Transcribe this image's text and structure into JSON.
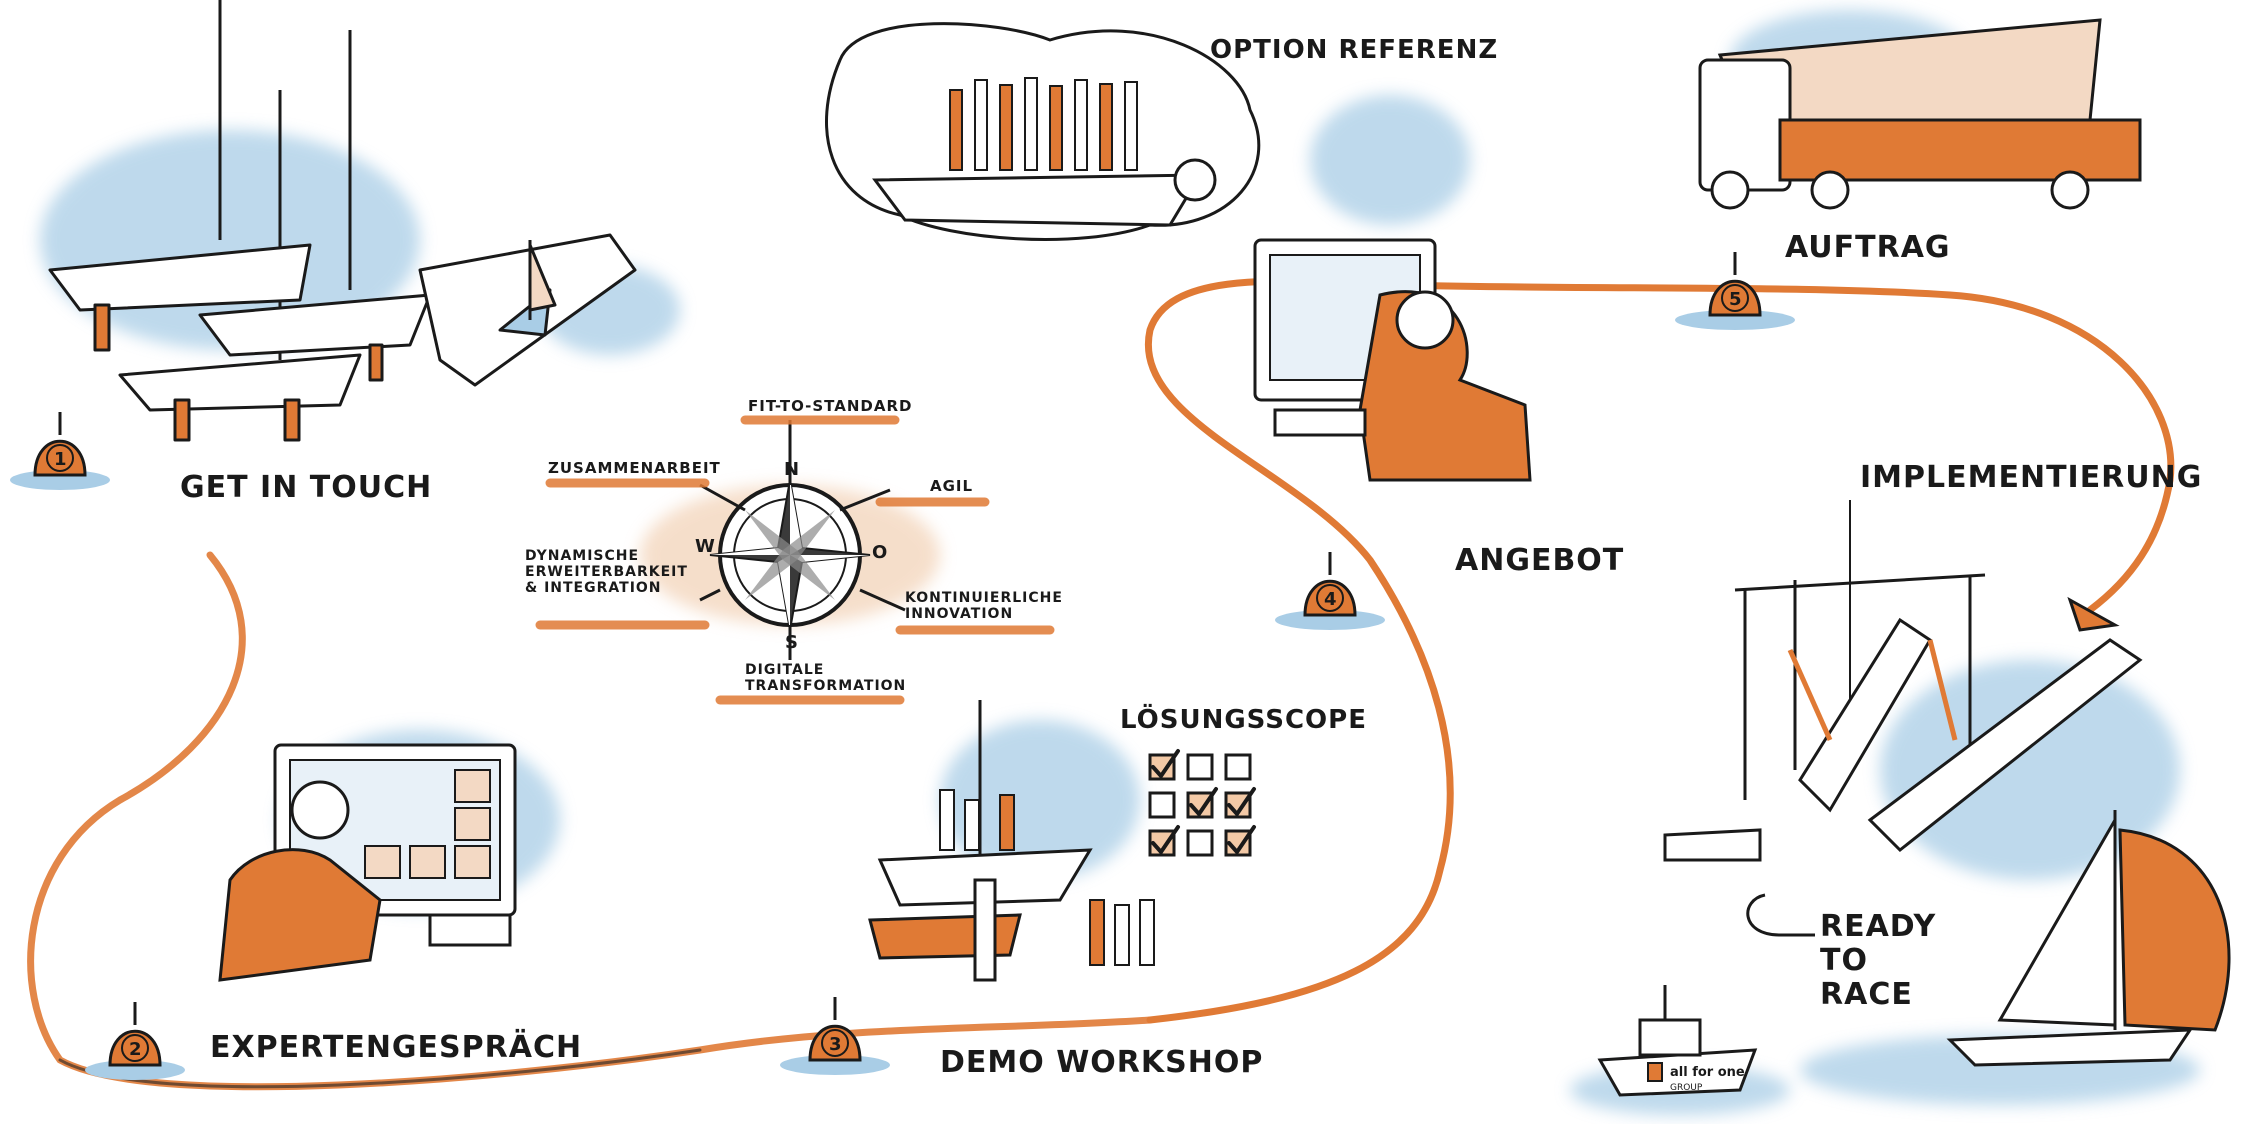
{
  "steps": [
    {
      "number": "1",
      "label": "GET IN TOUCH"
    },
    {
      "number": "2",
      "label": "EXPERTENGESPRÄCH"
    },
    {
      "number": "3",
      "label": "DEMO WORKSHOP"
    },
    {
      "number": "4",
      "label": "ANGEBOT"
    },
    {
      "number": "5",
      "label": "AUFTRAG"
    }
  ],
  "option_label": "OPTION REFERENZ",
  "implementation_label": "IMPLEMENTIERUNG",
  "ready_label": "READY\nTO\nRACE",
  "scope_label": "LÖSUNGSSCOPE",
  "scope_checks": [
    [
      true,
      false,
      false
    ],
    [
      false,
      true,
      true
    ],
    [
      true,
      false,
      true
    ]
  ],
  "compass": {
    "north": "N",
    "south": "S",
    "west": "W",
    "east": "O",
    "values": {
      "top": "FIT-TO-STANDARD",
      "top_left": "ZUSAMMENARBEIT",
      "top_right": "AGIL",
      "left": "DYNAMISCHE\nERWEITERBARKEIT\n& INTEGRATION",
      "right": "KONTINUIERLICHE\nINNOVATION",
      "bottom": "DIGITALE\nTRANSFORMATION"
    }
  },
  "boat_text": {
    "brand": "all for one",
    "sub": "GROUP"
  },
  "colors": {
    "accent": "#e07a35",
    "water": "#a9cde6",
    "ink": "#1a1a1a"
  }
}
